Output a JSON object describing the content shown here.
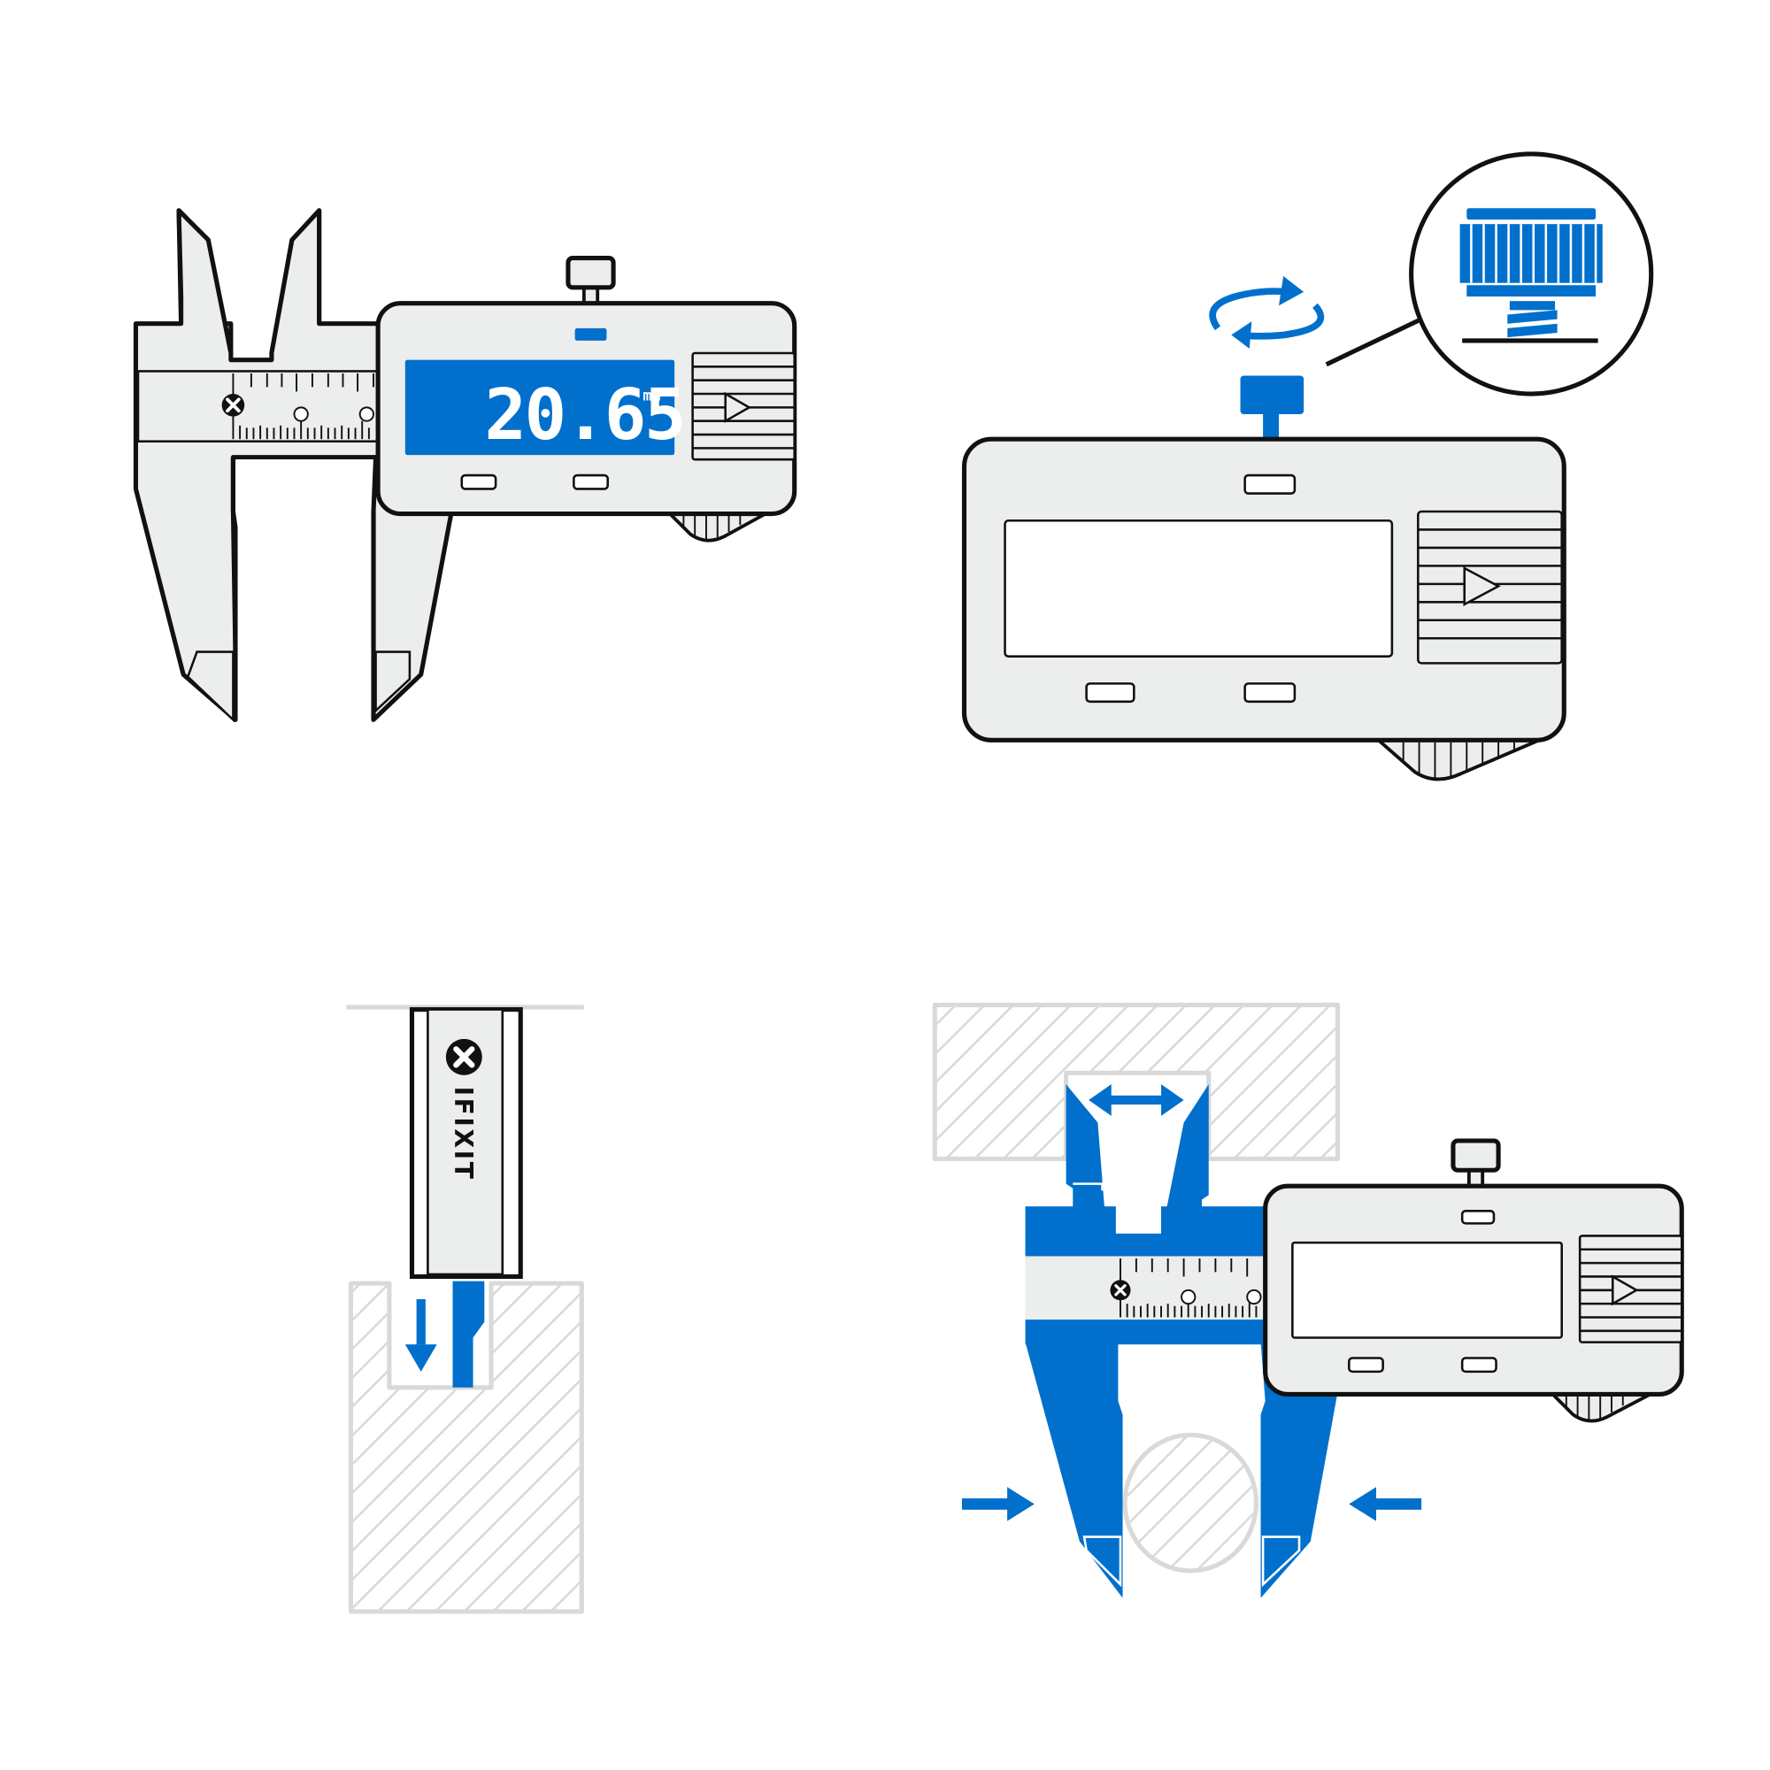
{
  "colors": {
    "accent": "#0070CC",
    "outline": "#111111",
    "body_fill": "#ECEDED",
    "hatch": "#D9D9D9",
    "background": "#FFFFFF"
  },
  "panels": [
    {
      "id": "caliper-reading",
      "description": "Digital caliper with LCD showing a reading",
      "display": {
        "value": "20.65",
        "unit": "mm"
      }
    },
    {
      "id": "lock-screw",
      "description": "Rotate the locking thumb screw on top of the display body",
      "icons": [
        "rotate-arrows-icon",
        "magnifier-callout-thumbscrew"
      ]
    },
    {
      "id": "depth-rod",
      "description": "Depth rod extending into a hole",
      "brand": "IFIXIT",
      "icons": [
        "ifixit-logo-icon",
        "arrow-down-icon"
      ]
    },
    {
      "id": "inside-outside-measure",
      "description": "Upper jaws measure inside dimension, lower jaws clamp around round stock",
      "icons": [
        "double-arrow-icon",
        "arrow-right-icon",
        "arrow-left-icon"
      ]
    }
  ]
}
